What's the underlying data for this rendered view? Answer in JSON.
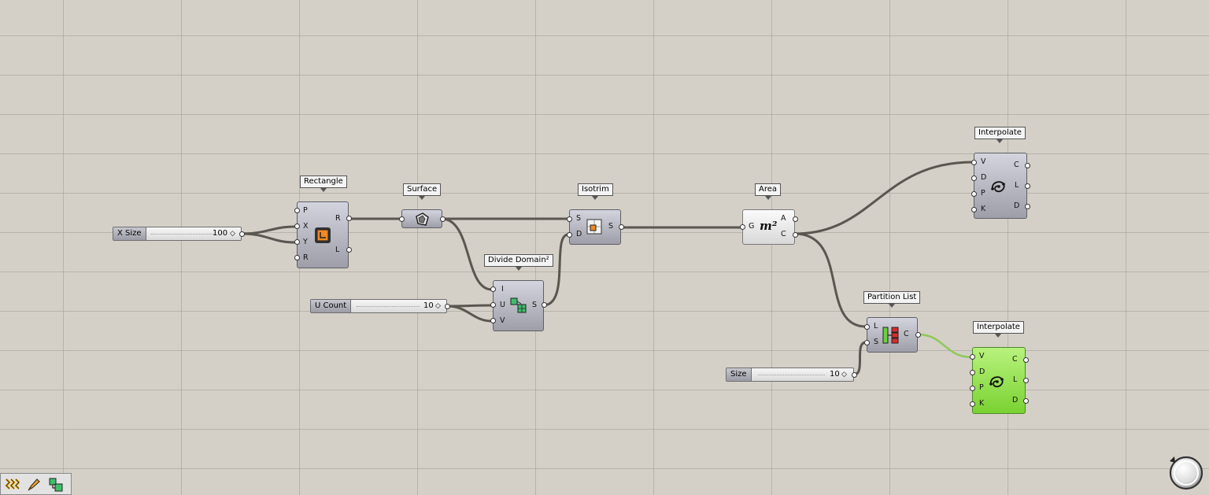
{
  "components": {
    "rectangle": {
      "label": "Rectangle",
      "inputs": [
        "P",
        "X",
        "Y",
        "R"
      ],
      "outputs": [
        "R",
        "L"
      ]
    },
    "surface": {
      "label": "Surface"
    },
    "divide_domain": {
      "label": "Divide Domain²",
      "inputs": [
        "I",
        "U",
        "V"
      ],
      "outputs": [
        "S"
      ]
    },
    "isotrim": {
      "label": "Isotrim",
      "inputs": [
        "S",
        "D"
      ],
      "outputs": [
        "S"
      ]
    },
    "area": {
      "label": "Area",
      "inputs": [
        "G"
      ],
      "outputs": [
        "A",
        "C"
      ],
      "icon_text": "m²"
    },
    "interpolate_top": {
      "label": "Interpolate",
      "inputs": [
        "V",
        "D",
        "P",
        "K"
      ],
      "outputs": [
        "C",
        "L",
        "D"
      ]
    },
    "partition_list": {
      "label": "Partition List",
      "inputs": [
        "L",
        "S"
      ],
      "outputs": [
        "C"
      ]
    },
    "interpolate_bottom": {
      "label": "Interpolate",
      "inputs": [
        "V",
        "D",
        "P",
        "K"
      ],
      "outputs": [
        "C",
        "L",
        "D"
      ]
    }
  },
  "sliders": {
    "x_size": {
      "name": "X Size",
      "value": "100"
    },
    "u_count": {
      "name": "U Count",
      "value": "10"
    },
    "size": {
      "name": "Size",
      "value": "10"
    }
  },
  "toolbar": {
    "items": [
      "params-icon",
      "brush-icon",
      "cluster-icon"
    ]
  },
  "colors": {
    "canvas": "#d4d0c8",
    "wire": "#5a5650",
    "selected_wire": "#8fc858",
    "component_selected": "#86dd3c",
    "component": "#a8a8b2"
  }
}
